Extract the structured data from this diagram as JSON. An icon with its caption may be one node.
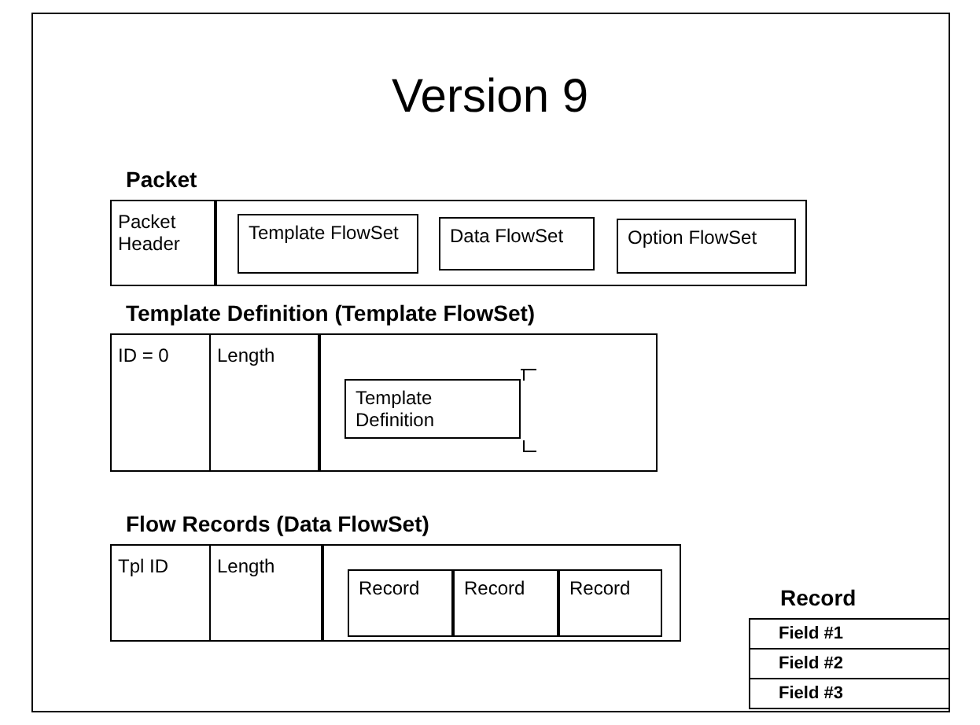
{
  "diagram": {
    "title": "Version 9",
    "nodes": [
      {
        "text": [
          "Packet"
        ]
      },
      {
        "text": [
          "Packet Header"
        ],
        "in": 0
      },
      {
        "text": [
          "Template FlowSet"
        ],
        "in": 0
      },
      {
        "text": [
          "Data FlowSet"
        ],
        "in": 0
      },
      {
        "text": [
          "Option FlowSet"
        ],
        "in": 0
      },
      {
        "text": [
          "Template Definition (Template FlowSet)"
        ]
      },
      {
        "text": [
          "ID = 0"
        ],
        "in": 5
      },
      {
        "text": [
          "Length"
        ],
        "in": 5
      },
      {
        "text": [
          "Template Definition"
        ],
        "in": 5
      },
      {
        "text": [
          "Flow Records (Data FlowSet)"
        ]
      },
      {
        "text": [
          "Tpl ID"
        ],
        "in": 9
      },
      {
        "text": [
          "Length"
        ],
        "in": 9
      },
      {
        "text": [
          "Record"
        ],
        "in": 9
      },
      {
        "text": [
          "Record"
        ],
        "in": 9
      },
      {
        "text": [
          "Record"
        ],
        "in": 9
      },
      {
        "text": [
          "Record"
        ]
      },
      {
        "text": [
          "Field #1"
        ],
        "in": 15
      },
      {
        "text": [
          "Field #2"
        ],
        "in": 15
      },
      {
        "text": [
          "Field #3"
        ],
        "in": 15
      }
    ],
    "edges": []
  }
}
